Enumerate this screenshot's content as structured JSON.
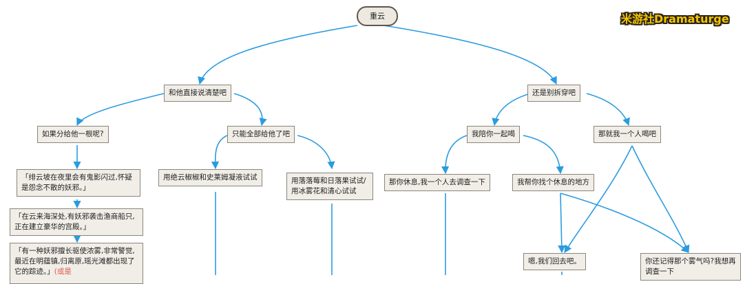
{
  "watermark": "米游社Dramaturge",
  "nodes": {
    "root": "重云",
    "a": "和他直接说清楚吧",
    "b": "还是别拆穿吧",
    "a1": "如果分给他一根呢?",
    "a2": "只能全部给他了吧",
    "b1": "我陪你一起喝",
    "b2": "那就我一个人喝吧",
    "a1_1": "「绯云坡在夜里会有鬼影闪过,怀疑是怨念不散的妖邪。」",
    "a1_2": "「在云来海深处,有妖邪袭击渔商船只,正在建立豪华的宫殿。」",
    "a1_3": "「有一种妖邪擅长驱使浓雾,非常警觉,最近在明蕴镇,归离原,瑶光滩都出现了它的踪迹。」",
    "a1_3_tail": "(或是",
    "a2_1": "用绝云椒椒和史莱姆凝液试试",
    "a2_2": "用落落莓和日落果试试/用冰雾花和清心试试",
    "b1_1": "那你休息,我一个人去调查一下",
    "b1_2": "我帮你找个休息的地方",
    "c1": "嗯,我们回去吧。",
    "c2": "你还记得那个雾气吗?我想再调查一下"
  }
}
